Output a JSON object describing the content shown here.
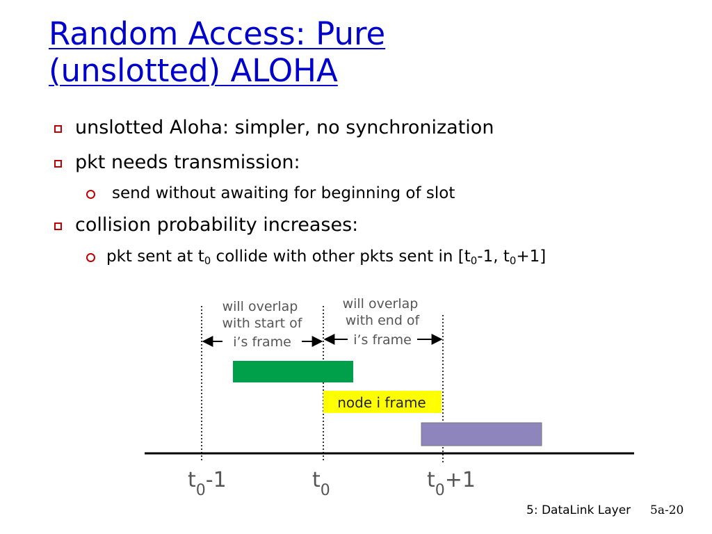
{
  "title": {
    "line1": "Random Access: Pure",
    "line2": "(unslotted) ALOHA"
  },
  "bullets": {
    "b1": "unslotted Aloha: simpler, no synchronization",
    "b2": "pkt needs transmission:",
    "b2_sub1": "send without awaiting for beginning of slot",
    "b3": "collision probability increases:",
    "b3_sub1": {
      "part1": "pkt sent at t",
      "sub1": "0",
      "part2": " collide with other pkts sent in [t",
      "sub2": "0",
      "part3": "-1, t",
      "sub3": "0",
      "part4": "+1]"
    }
  },
  "diagram": {
    "label_left": [
      "will overlap",
      "with start of",
      "i’s frame"
    ],
    "label_right": [
      "will overlap",
      "with end of",
      "i’s frame"
    ],
    "frame_label": "node i frame",
    "axis_labels": {
      "t0_minus_1": {
        "main": "t",
        "sub": "0",
        "suffix": "-1"
      },
      "t0": {
        "main": "t",
        "sub": "0",
        "suffix": ""
      },
      "t0_plus_1": {
        "main": "t",
        "sub": "0",
        "suffix": "+1"
      }
    },
    "colors": {
      "early_frame": "#00a04a",
      "node_i_frame": "#ffff00",
      "late_frame": "#8f85bd",
      "time_axis": "#000000"
    }
  },
  "footer": {
    "chapter": "5: DataLink Layer",
    "page": "5a-20"
  }
}
